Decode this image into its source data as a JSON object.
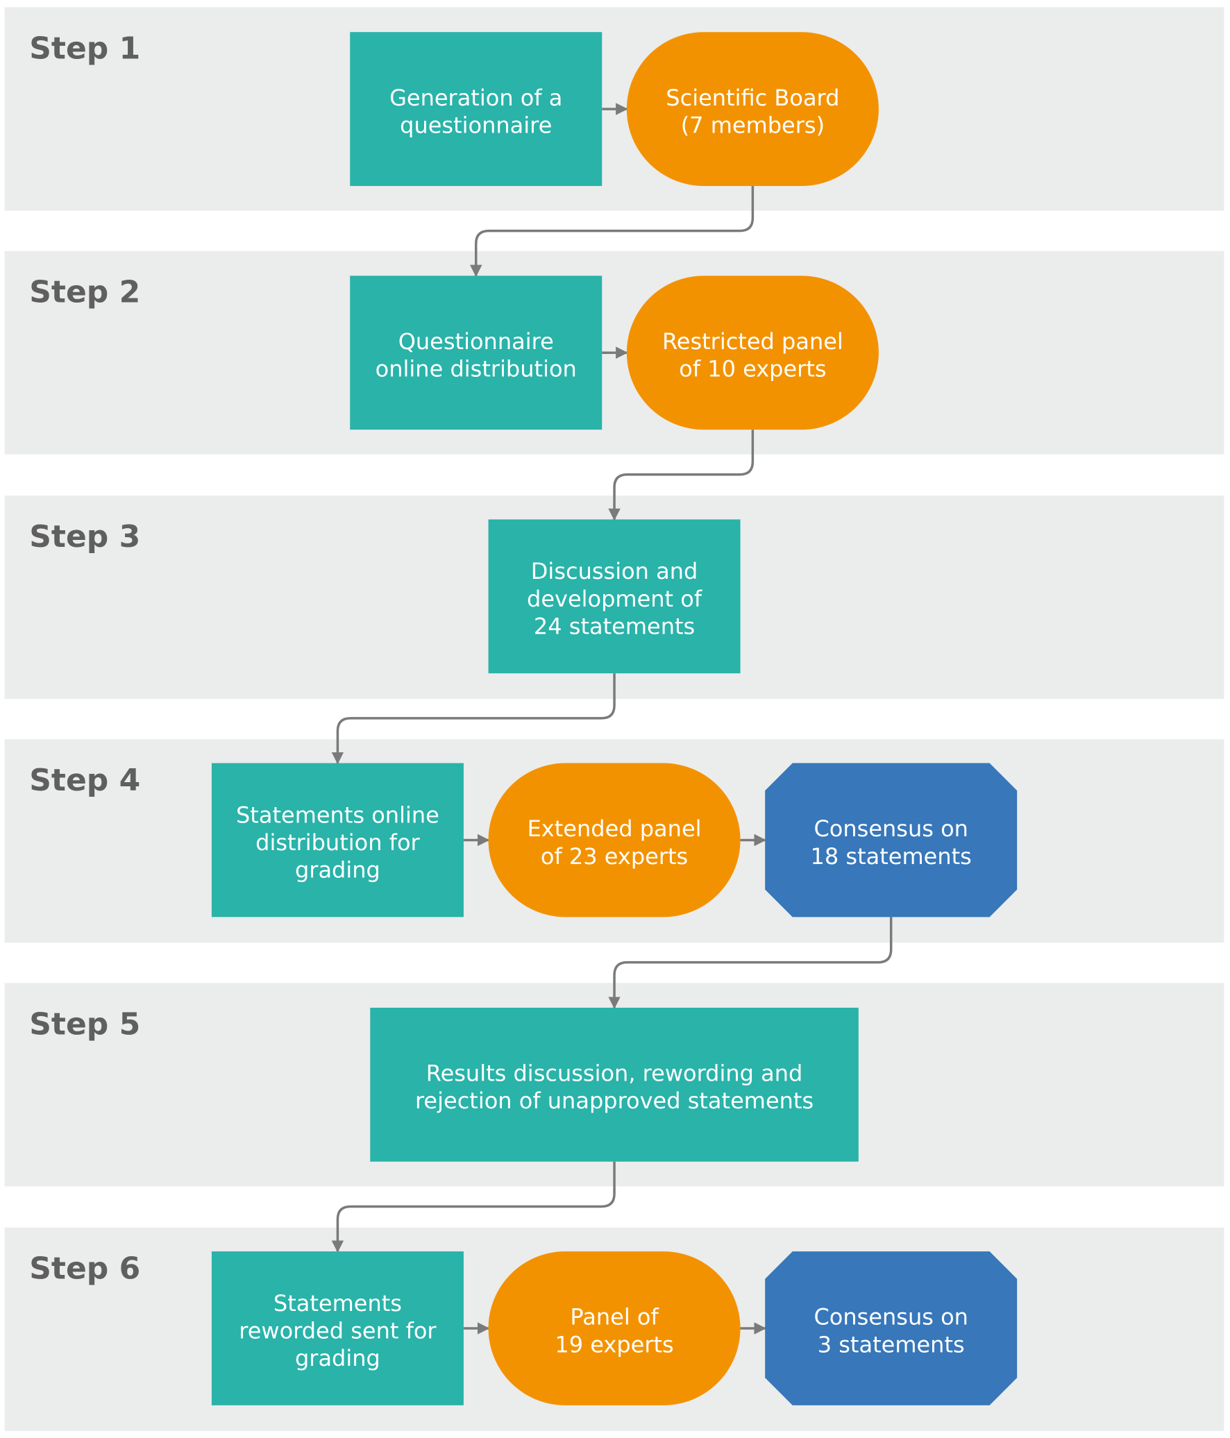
{
  "colors": {
    "band": "#ebecec",
    "teal": "#29b3a9",
    "orange": "#f39200",
    "blue": "#3777ba",
    "connector": "#7a7a7a",
    "step_text": "#5f5f5f"
  },
  "steps": [
    {
      "label": "Step 1"
    },
    {
      "label": "Step 2"
    },
    {
      "label": "Step 3"
    },
    {
      "label": "Step 4"
    },
    {
      "label": "Step 5"
    },
    {
      "label": "Step 6"
    }
  ],
  "nodes": [
    {
      "id": "n1",
      "kind": "process",
      "lines": [
        "Generation of a",
        "questionnaire"
      ]
    },
    {
      "id": "n2",
      "kind": "panel",
      "lines": [
        "Scientific Board",
        "(7 members)"
      ]
    },
    {
      "id": "n3",
      "kind": "process",
      "lines": [
        "Questionnaire",
        "online distribution"
      ]
    },
    {
      "id": "n4",
      "kind": "panel",
      "lines": [
        "Restricted panel",
        "of 10 experts"
      ]
    },
    {
      "id": "n5",
      "kind": "process",
      "lines": [
        "Discussion and",
        "development of",
        "24 statements"
      ]
    },
    {
      "id": "n6",
      "kind": "process",
      "lines": [
        "Statements online",
        "distribution for",
        "grading"
      ]
    },
    {
      "id": "n7",
      "kind": "panel",
      "lines": [
        "Extended panel",
        "of 23 experts"
      ]
    },
    {
      "id": "n8",
      "kind": "result",
      "lines": [
        "Consensus on",
        "18 statements"
      ]
    },
    {
      "id": "n9",
      "kind": "process",
      "lines": [
        "Results discussion, rewording and",
        "rejection of unapproved statements"
      ]
    },
    {
      "id": "n10",
      "kind": "process",
      "lines": [
        "Statements",
        "reworded sent for",
        "grading"
      ]
    },
    {
      "id": "n11",
      "kind": "panel",
      "lines": [
        "Panel of",
        "19 experts"
      ]
    },
    {
      "id": "n12",
      "kind": "result",
      "lines": [
        "Consensus on",
        "3 statements"
      ]
    }
  ],
  "edges": [
    {
      "from": "n1",
      "to": "n2"
    },
    {
      "from": "n2",
      "to": "n3"
    },
    {
      "from": "n3",
      "to": "n4"
    },
    {
      "from": "n4",
      "to": "n5"
    },
    {
      "from": "n5",
      "to": "n6"
    },
    {
      "from": "n6",
      "to": "n7"
    },
    {
      "from": "n7",
      "to": "n8"
    },
    {
      "from": "n8",
      "to": "n9"
    },
    {
      "from": "n9",
      "to": "n10"
    },
    {
      "from": "n10",
      "to": "n11"
    },
    {
      "from": "n11",
      "to": "n12"
    }
  ]
}
